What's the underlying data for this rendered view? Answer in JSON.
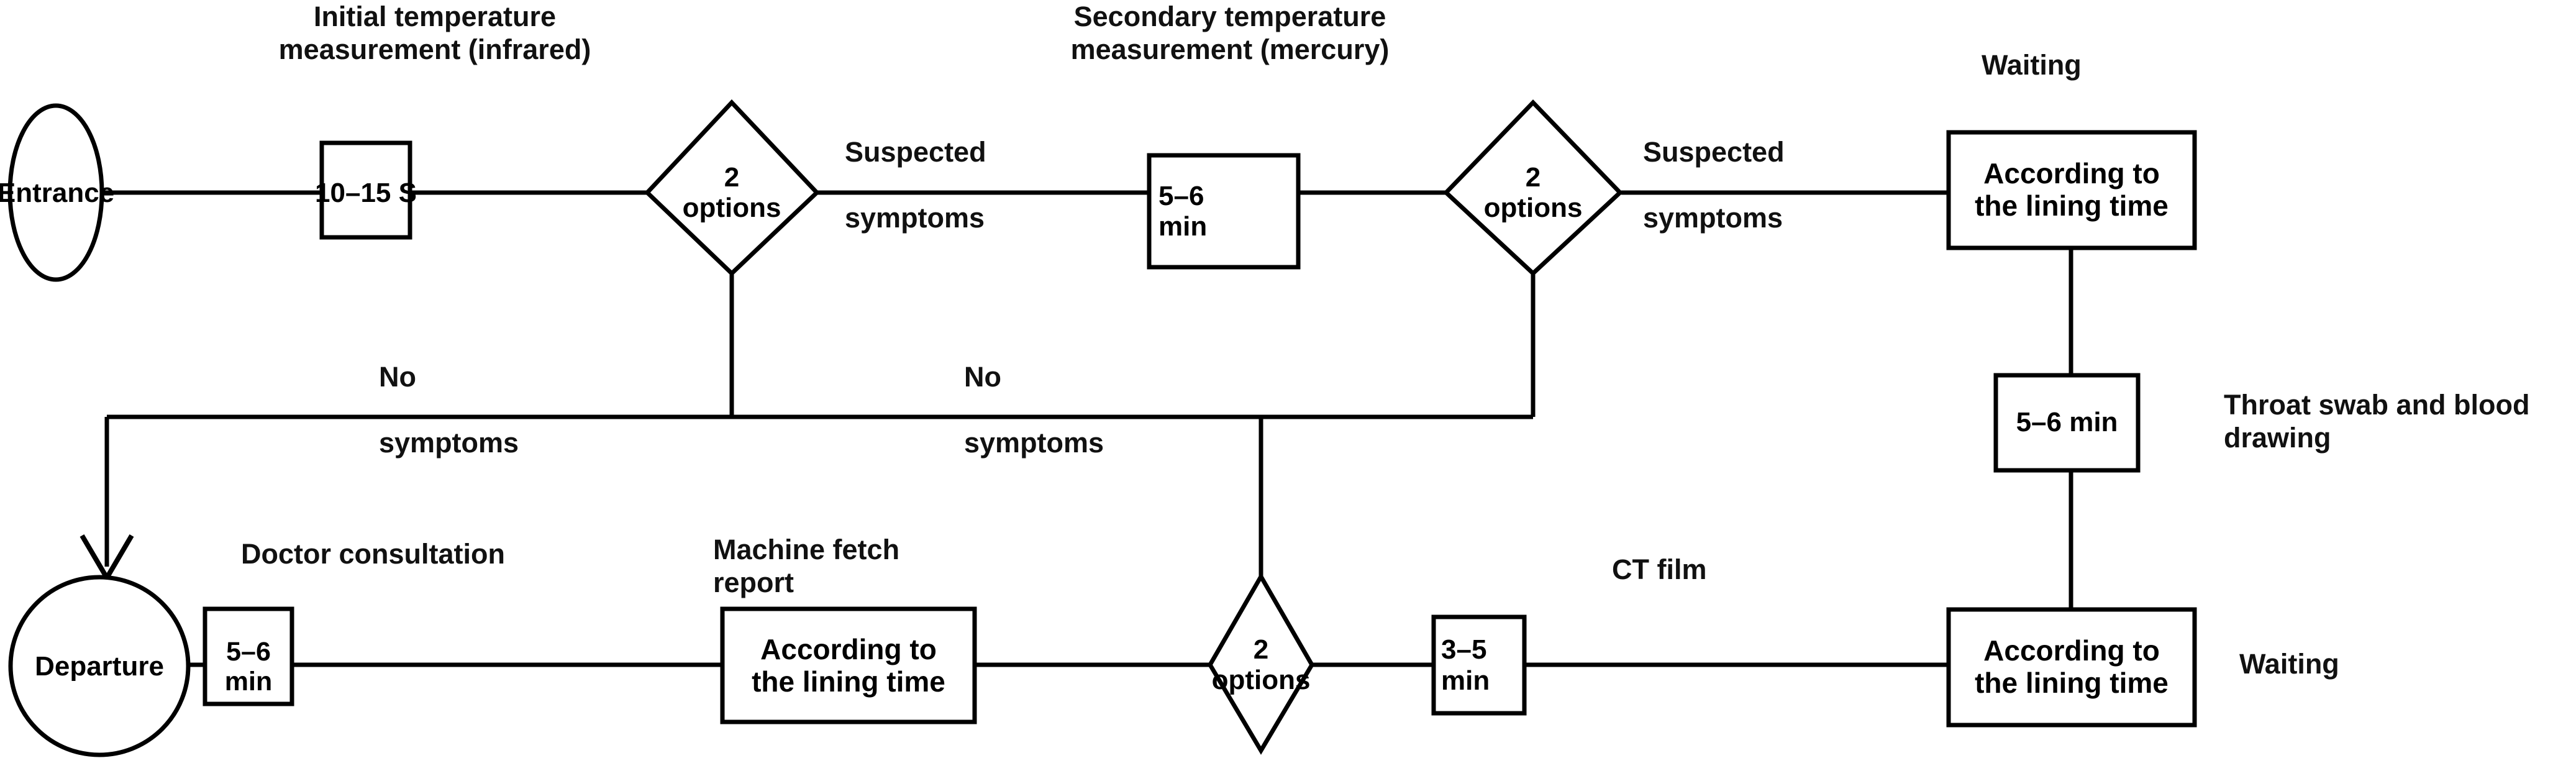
{
  "diagram": {
    "title": "Patient fever-clinic triage process flowchart",
    "colors": {
      "stroke": "#000000",
      "fill": "#ffffff",
      "text": "#000000"
    }
  },
  "nodes": {
    "entrance": {
      "label": "Entrance",
      "shape": "ellipse"
    },
    "infrared_time": {
      "label": "10–15 S",
      "shape": "rect"
    },
    "decision1": {
      "label": "2\noptions",
      "shape": "diamond"
    },
    "mercury_time": {
      "label": "5–6\nmin",
      "shape": "rect"
    },
    "decision2": {
      "label": "2\noptions",
      "shape": "diamond"
    },
    "waiting_top": {
      "label": "According to\nthe lining time",
      "shape": "rect"
    },
    "swab_time": {
      "label": "5–6 min",
      "shape": "rect"
    },
    "waiting_bottom": {
      "label": "According to\nthe lining time",
      "shape": "rect"
    },
    "ct_time": {
      "label": "3–5\nmin",
      "shape": "rect"
    },
    "decision3": {
      "label": "2\noptions",
      "shape": "diamond"
    },
    "report_time": {
      "label": "According to\nthe lining time",
      "shape": "rect"
    },
    "doctor_time": {
      "label": "5–6 min",
      "shape": "rect"
    },
    "departure": {
      "label": "Departure",
      "shape": "ellipse"
    }
  },
  "captions": {
    "initial_temp": "Initial temperature\nmeasurement (infrared)",
    "secondary_temp": "Secondary temperature\nmeasurement (mercury)",
    "waiting_top": "Waiting",
    "throat_swab": "Throat swab and blood\ndrawing",
    "waiting_bottom": "Waiting",
    "ct_film": "CT film",
    "machine_fetch": "Machine fetch\nreport",
    "doctor_consult": "Doctor consultation"
  },
  "edge_labels": {
    "suspected1": "Suspected\n\nsymptoms",
    "suspected2": "Suspected\n\nsymptoms",
    "nosymptoms1": "No\n\nsymptoms",
    "nosymptoms2": "No\n\nsymptoms"
  },
  "flow": {
    "edges": [
      {
        "from": "entrance",
        "to": "infrared_time",
        "label": ""
      },
      {
        "from": "infrared_time",
        "to": "decision1",
        "label": ""
      },
      {
        "from": "decision1",
        "to": "mercury_time",
        "label": "Suspected symptoms"
      },
      {
        "from": "decision1",
        "to": "departure",
        "label": "No symptoms"
      },
      {
        "from": "mercury_time",
        "to": "decision2",
        "label": ""
      },
      {
        "from": "decision2",
        "to": "waiting_top",
        "label": "Suspected symptoms"
      },
      {
        "from": "decision2",
        "to": "decision3",
        "label": "No symptoms"
      },
      {
        "from": "waiting_top",
        "to": "swab_time",
        "label": ""
      },
      {
        "from": "swab_time",
        "to": "waiting_bottom",
        "label": ""
      },
      {
        "from": "waiting_bottom",
        "to": "ct_time",
        "label": ""
      },
      {
        "from": "ct_time",
        "to": "decision3",
        "label": ""
      },
      {
        "from": "decision3",
        "to": "report_time",
        "label": ""
      },
      {
        "from": "report_time",
        "to": "doctor_time",
        "label": ""
      },
      {
        "from": "doctor_time",
        "to": "departure",
        "label": ""
      }
    ]
  }
}
